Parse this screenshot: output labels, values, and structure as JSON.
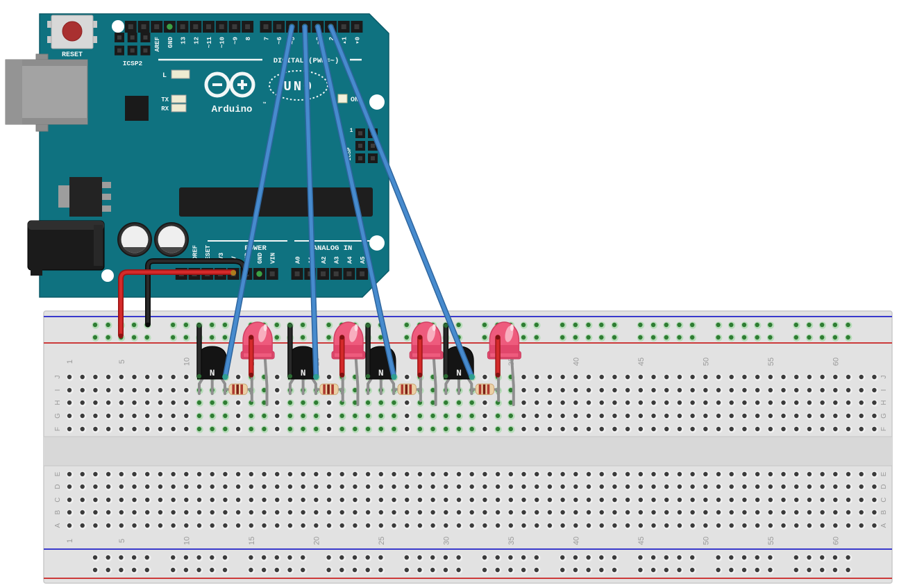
{
  "arduino": {
    "board_color": "#0F7280",
    "texts": {
      "reset": "RESET",
      "icsp2": "ICSP2",
      "icsp": "ICSP",
      "icsp_pin1": "1",
      "digital_caption": "DIGITAL (PWM=~)",
      "brand": "Arduino",
      "brand_tm": "™",
      "uno": "UNO",
      "on": "ON",
      "led_l": "L",
      "led_tx": "TX",
      "led_rx": "RX",
      "power_caption": "POWER",
      "analog_caption": "ANALOG IN"
    },
    "digital_pins_left": [
      {
        "label": ""
      },
      {
        "label": ""
      },
      {
        "label": "AREF"
      },
      {
        "label": "GND",
        "connected": true
      },
      {
        "label": "13"
      },
      {
        "label": "12"
      },
      {
        "label": "~11"
      },
      {
        "label": "~10"
      },
      {
        "label": "~9"
      },
      {
        "label": "8"
      }
    ],
    "digital_pins_right": [
      {
        "label": "7"
      },
      {
        "label": "~6"
      },
      {
        "label": "~5",
        "connected": true,
        "wired": true
      },
      {
        "label": "4",
        "connected": true,
        "wired": true
      },
      {
        "label": "~3",
        "connected": true,
        "wired": true
      },
      {
        "label": "2",
        "connected": true,
        "wired": true
      },
      {
        "label": "▴1"
      },
      {
        "label": "▾0"
      }
    ],
    "power_pins": [
      {
        "label": ""
      },
      {
        "label": "IOREF"
      },
      {
        "label": "RESET"
      },
      {
        "label": "3V3"
      },
      {
        "label": "5V",
        "wire": "red"
      },
      {
        "label": "GND",
        "wire": "black"
      },
      {
        "label": "GND",
        "connected": true
      },
      {
        "label": "VIN"
      }
    ],
    "analog_pins": [
      "A0",
      "A1",
      "A2",
      "A3",
      "A4",
      "A5"
    ]
  },
  "breadboard": {
    "columns": 63,
    "column_numbers": [
      "1",
      "5",
      "10",
      "15",
      "20",
      "25",
      "30",
      "35",
      "40",
      "45",
      "50",
      "55",
      "60"
    ],
    "row_labels_top": [
      "J",
      "I",
      "H",
      "G",
      "F"
    ],
    "row_labels_bottom": [
      "E",
      "D",
      "C",
      "B",
      "A"
    ],
    "rail_groups": 10,
    "rail_group_size": 5,
    "rail_line_colors": {
      "blue": "#3A3ACC",
      "red": "#CC3A3A"
    },
    "connected_hole_color": "#2F7D33"
  },
  "circuit": {
    "transistor_marking": "N",
    "wire_blue": "#478BCE",
    "wire_red": "#D42A2A",
    "wire_black": "#2A2A2A",
    "led_color": "#EE5B7D",
    "resistor_band_colors": [
      "red",
      "red",
      "brown"
    ],
    "units": [
      {
        "arduino_pin": "~5",
        "column": 11
      },
      {
        "arduino_pin": "4",
        "column": 18
      },
      {
        "arduino_pin": "~3",
        "column": 24
      },
      {
        "arduino_pin": "2",
        "column": 30
      }
    ],
    "power_wiring": {
      "red_wire": "5V to + rail",
      "black_wire": "GND to - rail"
    }
  }
}
